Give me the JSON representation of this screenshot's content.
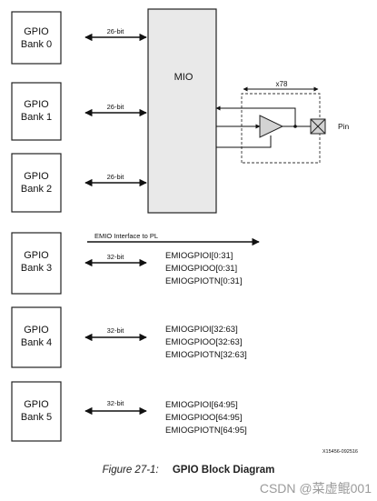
{
  "banks": [
    {
      "line1": "GPIO",
      "line2": "Bank 0",
      "width_label": "26-bit"
    },
    {
      "line1": "GPIO",
      "line2": "Bank 1",
      "width_label": "26-bit"
    },
    {
      "line1": "GPIO",
      "line2": "Bank 2",
      "width_label": "26-bit"
    },
    {
      "line1": "GPIO",
      "line2": "Bank 3",
      "width_label": "32-bit"
    },
    {
      "line1": "GPIO",
      "line2": "Bank 4",
      "width_label": "32-bit"
    },
    {
      "line1": "GPIO",
      "line2": "Bank 5",
      "width_label": "32-bit"
    }
  ],
  "mio": {
    "label": "MIO",
    "repeat_label": "x78",
    "pin_label": "Pin"
  },
  "emio": {
    "interface_label": "EMIO Interface to PL",
    "groups": [
      [
        "EMIOGPIOI[0:31]",
        "EMIOGPIOO[0:31]",
        "EMIOGPIOTN[0:31]"
      ],
      [
        "EMIOGPIOI[32:63]",
        "EMIOGPIOO[32:63]",
        "EMIOGPIOTN[32:63]"
      ],
      [
        "EMIOGPIOI[64:95]",
        "EMIOGPIOO[64:95]",
        "EMIOGPIOTN[64:95]"
      ]
    ]
  },
  "doc_id": "X15456-092516",
  "caption": {
    "number": "Figure 27-1:",
    "title": "GPIO Block Diagram"
  },
  "watermark": "CSDN @菜虚鲲001"
}
